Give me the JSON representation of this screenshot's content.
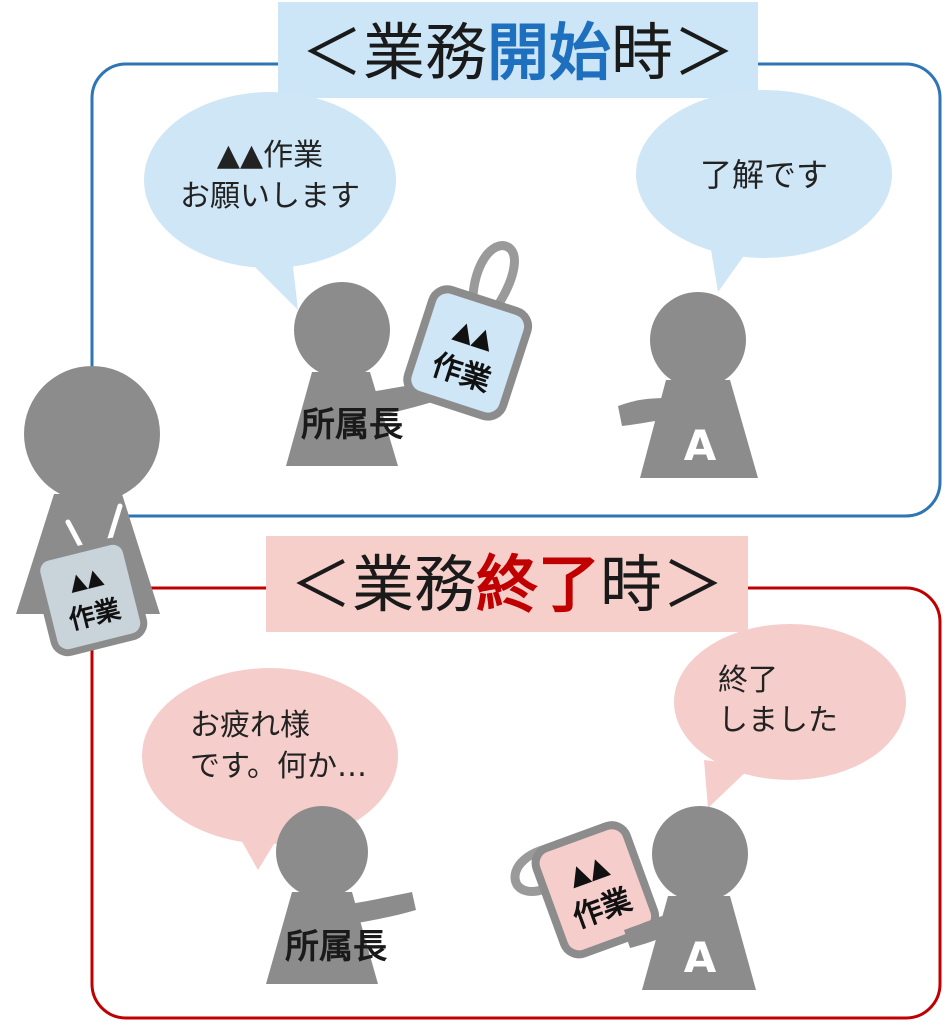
{
  "start": {
    "title_left": "＜業務",
    "title_highlight": "開始",
    "title_right": "時＞",
    "chief_bubble_line1": "▲▲作業",
    "chief_bubble_line2": "お願いします",
    "worker_bubble": "了解です",
    "chief_label": "所属長",
    "worker_label": "A",
    "tag_line1": "▲▲",
    "tag_line2": "作業"
  },
  "end": {
    "title_left": "＜業務",
    "title_highlight": "終了",
    "title_right": "時＞",
    "chief_bubble_line1": "お疲れ様",
    "chief_bubble_line2": "です。何か…",
    "worker_bubble_line1": "終了",
    "worker_bubble_line2": "しました",
    "chief_label": "所属長",
    "worker_label": "A",
    "tag_line1": "▲▲",
    "tag_line2": "作業"
  },
  "side_tag": {
    "line1": "▲▲",
    "line2": "作業"
  },
  "colors": {
    "start_border": "#2E75B6",
    "start_title_bg": "#CCE6F7",
    "start_highlight": "#1F6FBF",
    "start_bubble": "#CFE6F6",
    "end_border": "#C00000",
    "end_title_bg": "#F6CFCB",
    "end_highlight": "#C00000",
    "end_bubble": "#F5CECB",
    "figure": "#8C8C8C",
    "side_tag": "#C8D3DA"
  },
  "icons": [
    "person-figure-icon",
    "work-tag-icon",
    "speech-bubble-icon"
  ]
}
